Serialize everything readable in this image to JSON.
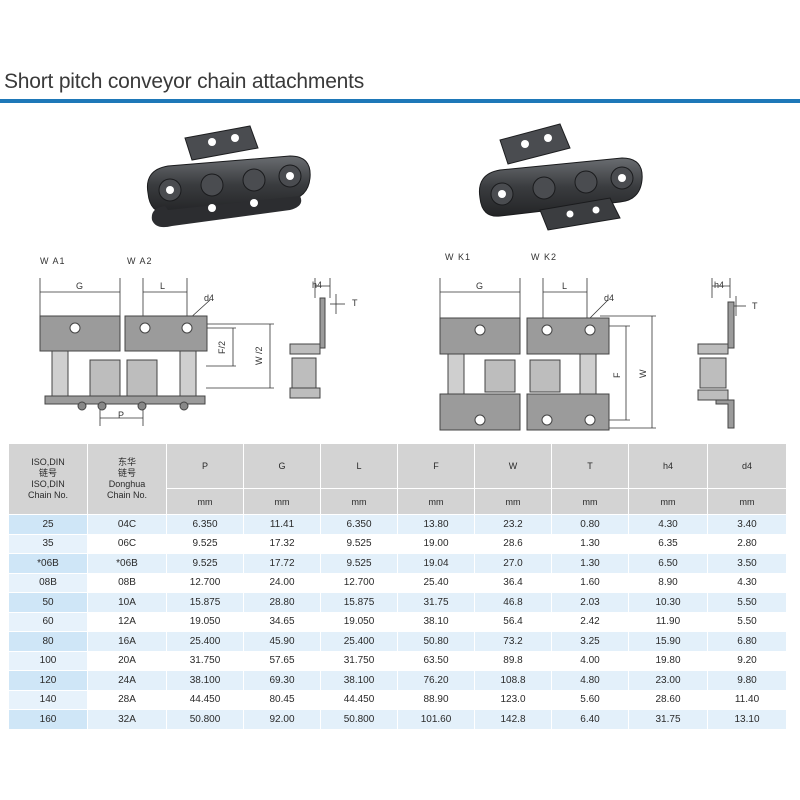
{
  "page": {
    "title": "Short pitch conveyor chain attachments"
  },
  "colors": {
    "accent": "#1e78b8",
    "header_bg": "#d3d3d3",
    "row_tint": "#e3f0fa",
    "chain_metal": "#3d3f42"
  },
  "diagrams": {
    "left": {
      "labels": [
        "W A1",
        "W A2"
      ],
      "dims": {
        "g": "G",
        "l": "L",
        "d4": "d4",
        "h4": "h4",
        "t": "T",
        "f2": "F/2",
        "w2": "W /2",
        "p": "P"
      }
    },
    "right": {
      "labels": [
        "W K1",
        "W K2"
      ],
      "dims": {
        "g": "G",
        "l": "L",
        "d4": "d4",
        "h4": "h4",
        "t": "T",
        "f": "F",
        "w": "W"
      }
    }
  },
  "table": {
    "header": {
      "iso_line1": "ISO,DIN",
      "iso_line2": "链号",
      "iso_line3": "ISO,DIN",
      "iso_line4": "Chain No.",
      "dh_line1": "东华",
      "dh_line2": "链号",
      "dh_line3": "Donghua",
      "dh_line4": "Chain No.",
      "columns": [
        "P",
        "G",
        "L",
        "F",
        "W",
        "T",
        "h4",
        "d4"
      ],
      "unit": "mm"
    },
    "rows": [
      [
        "25",
        "04C",
        "6.350",
        "11.41",
        "6.350",
        "13.80",
        "23.2",
        "0.80",
        "4.30",
        "3.40"
      ],
      [
        "35",
        "06C",
        "9.525",
        "17.32",
        "9.525",
        "19.00",
        "28.6",
        "1.30",
        "6.35",
        "2.80"
      ],
      [
        "*06B",
        "*06B",
        "9.525",
        "17.72",
        "9.525",
        "19.04",
        "27.0",
        "1.30",
        "6.50",
        "3.50"
      ],
      [
        "08B",
        "08B",
        "12.700",
        "24.00",
        "12.700",
        "25.40",
        "36.4",
        "1.60",
        "8.90",
        "4.30"
      ],
      [
        "50",
        "10A",
        "15.875",
        "28.80",
        "15.875",
        "31.75",
        "46.8",
        "2.03",
        "10.30",
        "5.50"
      ],
      [
        "60",
        "12A",
        "19.050",
        "34.65",
        "19.050",
        "38.10",
        "56.4",
        "2.42",
        "11.90",
        "5.50"
      ],
      [
        "80",
        "16A",
        "25.400",
        "45.90",
        "25.400",
        "50.80",
        "73.2",
        "3.25",
        "15.90",
        "6.80"
      ],
      [
        "100",
        "20A",
        "31.750",
        "57.65",
        "31.750",
        "63.50",
        "89.8",
        "4.00",
        "19.80",
        "9.20"
      ],
      [
        "120",
        "24A",
        "38.100",
        "69.30",
        "38.100",
        "76.20",
        "108.8",
        "4.80",
        "23.00",
        "9.80"
      ],
      [
        "140",
        "28A",
        "44.450",
        "80.45",
        "44.450",
        "88.90",
        "123.0",
        "5.60",
        "28.60",
        "11.40"
      ],
      [
        "160",
        "32A",
        "50.800",
        "92.00",
        "50.800",
        "101.60",
        "142.8",
        "6.40",
        "31.75",
        "13.10"
      ]
    ]
  }
}
